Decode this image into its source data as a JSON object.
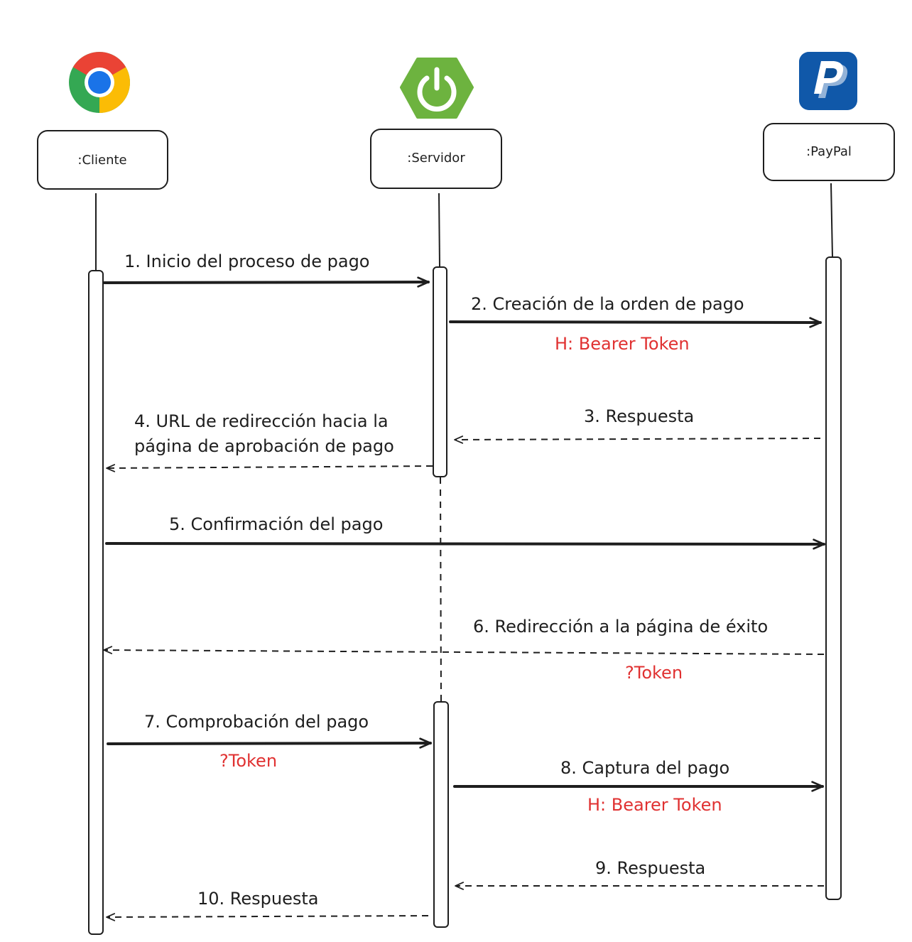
{
  "actors": [
    {
      "label": ":Cliente",
      "icon": "chrome-icon"
    },
    {
      "label": ":Servidor",
      "icon": "spring-icon"
    },
    {
      "label": ":PayPal",
      "icon": "paypal-icon"
    }
  ],
  "messages": [
    {
      "label": "1. Inicio del proceso de pago",
      "style": "solid"
    },
    {
      "label": "2. Creación de la orden de pago",
      "style": "solid",
      "note": "H: Bearer Token"
    },
    {
      "label": "3. Respuesta",
      "style": "dashed"
    },
    {
      "label_line1": "4. URL de redirección hacia la",
      "label_line2": "página de aprobación de pago",
      "style": "dashed"
    },
    {
      "label": "5. Confirmación del pago",
      "style": "solid"
    },
    {
      "label": "6. Redirección a la página de éxito",
      "style": "dashed",
      "note": "?Token"
    },
    {
      "label": "7. Comprobación del pago",
      "style": "solid",
      "note": "?Token"
    },
    {
      "label": "8. Captura del pago",
      "style": "solid",
      "note": "H: Bearer Token"
    },
    {
      "label": "9. Respuesta",
      "style": "dashed"
    },
    {
      "label": "10. Respuesta",
      "style": "dashed"
    }
  ],
  "colors": {
    "stroke": "#1e1e1e",
    "note": "#e03131",
    "spring_green": "#6db33f",
    "paypal_blue": "#0d4f96"
  }
}
